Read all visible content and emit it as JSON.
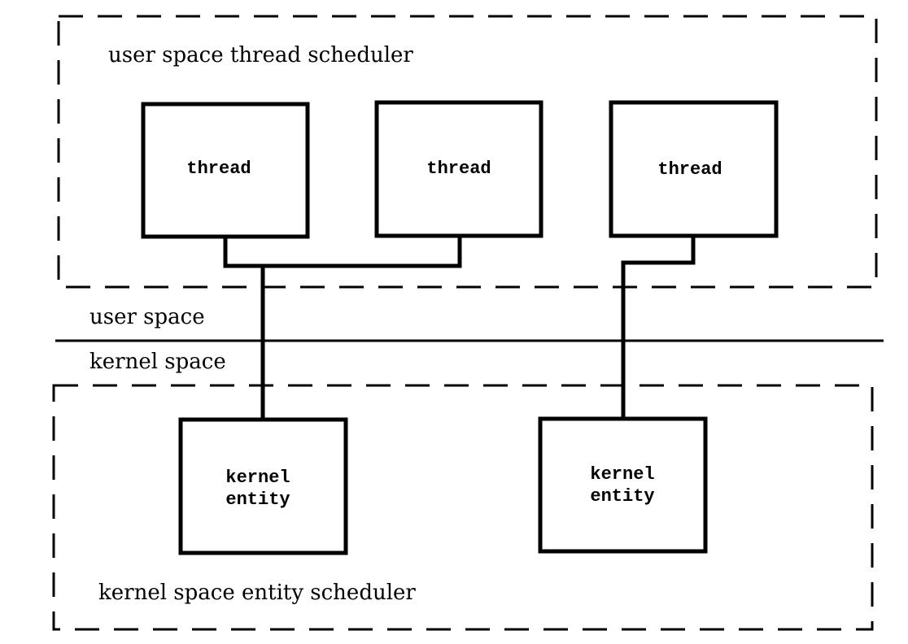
{
  "user_scheduler": {
    "label": "user space thread scheduler",
    "threads": [
      {
        "label": "thread"
      },
      {
        "label": "thread"
      },
      {
        "label": "thread"
      }
    ]
  },
  "boundary": {
    "upper_label": "user space",
    "lower_label": "kernel space"
  },
  "kernel_scheduler": {
    "label": "kernel space entity scheduler",
    "entities": [
      {
        "label_line1": "kernel",
        "label_line2": "entity"
      },
      {
        "label_line1": "kernel",
        "label_line2": "entity"
      }
    ]
  }
}
